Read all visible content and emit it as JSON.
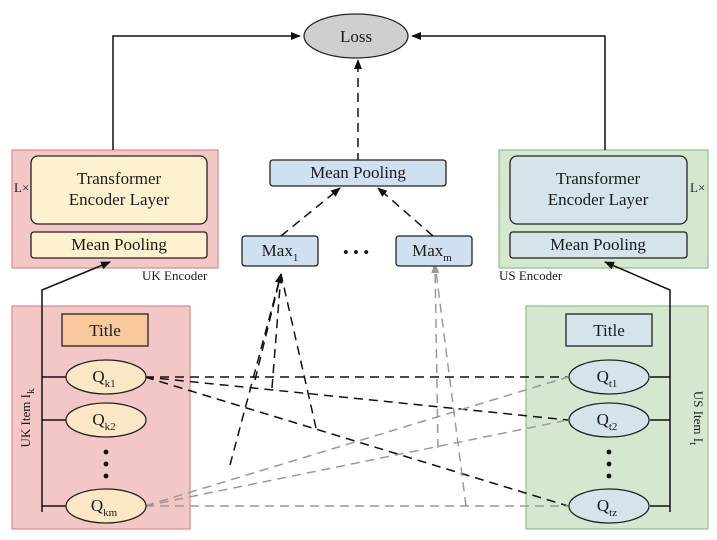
{
  "loss": "Loss",
  "center": {
    "mean_pooling": "Mean Pooling",
    "max1": {
      "base": "Max",
      "sub": "1"
    },
    "maxm": {
      "base": "Max",
      "sub": "m"
    },
    "ellipsis": "• • •"
  },
  "uk_encoder": {
    "layer_line1": "Transformer",
    "layer_line2": "Encoder Layer",
    "repeat": "L×",
    "pooling": "Mean Pooling",
    "name": "UK Encoder"
  },
  "us_encoder": {
    "layer_line1": "Transformer",
    "layer_line2": "Encoder Layer",
    "repeat": "L×",
    "pooling": "Mean Pooling",
    "name": "US Encoder"
  },
  "uk_item": {
    "label": {
      "base": "UK Item I",
      "sub": "k"
    },
    "title": "Title",
    "queries": [
      {
        "base": "Q",
        "sub": "k1"
      },
      {
        "base": "Q",
        "sub": "k2"
      },
      {
        "base": "Q",
        "sub": "km"
      }
    ]
  },
  "us_item": {
    "label": {
      "base": "US Item I",
      "sub": "t"
    },
    "title": "Title",
    "queries": [
      {
        "base": "Q",
        "sub": "t1"
      },
      {
        "base": "Q",
        "sub": "t2"
      },
      {
        "base": "Q",
        "sub": "tz"
      }
    ]
  },
  "colors": {
    "uk_bg": "#f4c7c7",
    "uk_block": "#fdf1cf",
    "uk_title": "#f7c99c",
    "us_bg": "#d5e8cf",
    "us_block": "#d4e4ea",
    "center_block": "#cfe0f1",
    "loss": "#cfcfcf",
    "uk_query": "#fbe6c6",
    "us_query": "#d4e4ea"
  }
}
